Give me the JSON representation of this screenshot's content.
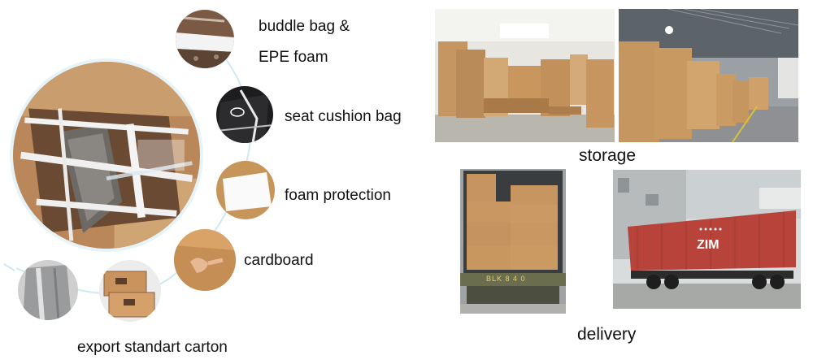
{
  "packaging": {
    "steps": [
      {
        "label": "buddle bag &"
      },
      {
        "label": "EPE foam"
      },
      {
        "label": "seat cushion bag"
      },
      {
        "label": "foam protection"
      },
      {
        "label": "cardboard"
      }
    ],
    "caption": "export standart carton"
  },
  "storage": {
    "caption": "storage"
  },
  "delivery": {
    "caption": "delivery",
    "container_brand": "ZIM",
    "plate": "BLK 8 4 0"
  },
  "colors": {
    "arc": "#cfe9f2",
    "cardboard": "#c89a64",
    "container": "#b8433a"
  }
}
